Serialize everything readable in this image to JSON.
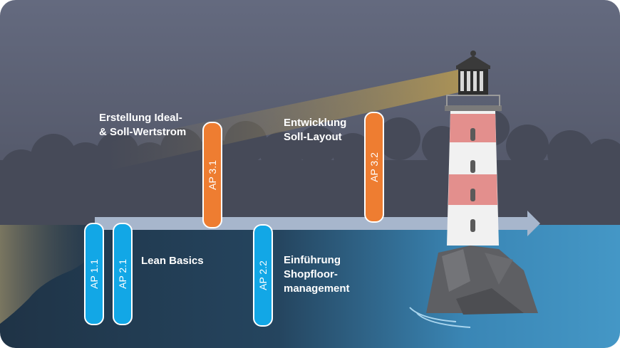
{
  "colors": {
    "sky": "#5d6070",
    "sea": "#3f8fbf",
    "blue_pill": "#12a7e6",
    "orange_pill": "#ee7d31",
    "arrow": "#a7b6cc"
  },
  "work_packages": {
    "ap11": "AP 1.1",
    "ap21": "AP 2.1",
    "ap22": "AP 2.2",
    "ap31": "AP 3.1",
    "ap32": "AP 3.2"
  },
  "labels": {
    "erstellung_line1": "Erstellung Ideal-",
    "erstellung_line2": "& Soll-Wertstrom",
    "entwicklung_line1": "Entwicklung",
    "entwicklung_line2": "Soll-Layout",
    "lean_basics": "Lean Basics",
    "einfuehrung_line1": "Einführung",
    "einfuehrung_line2": "Shopfloor-",
    "einfuehrung_line3": "management"
  }
}
